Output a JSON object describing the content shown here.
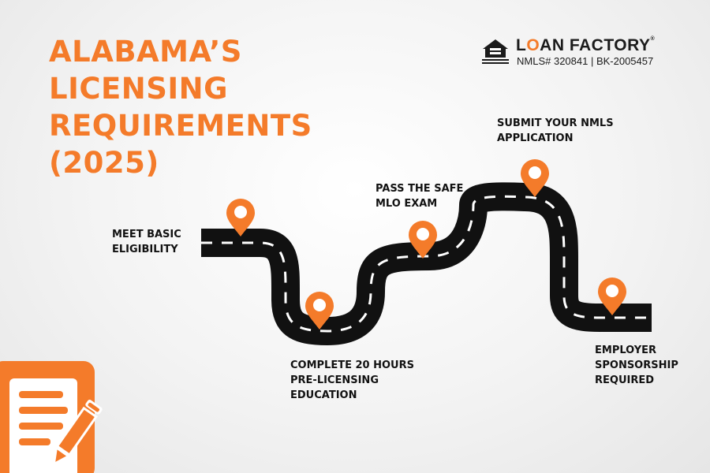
{
  "title_lines": [
    "ALABAMA’S",
    "LICENSING",
    "REQUIREMENTS",
    "(2025)"
  ],
  "brand": {
    "name_pre": "L",
    "name_o": "O",
    "name_post": "AN FACTORY",
    "nmls": "NMLS# 320841 | BK-2005457"
  },
  "steps": [
    {
      "label": "MEET BASIC\nELIGIBILITY"
    },
    {
      "label": "COMPLETE 20 HOURS\nPRE-LICENSING\nEDUCATION"
    },
    {
      "label": "PASS THE SAFE\nMLO EXAM"
    },
    {
      "label": "SUBMIT YOUR NMLS\nAPPLICATION"
    },
    {
      "label": "EMPLOYER\nSPONSORSHIP\nREQUIRED"
    }
  ],
  "colors": {
    "accent": "#f47b2a",
    "road": "#111111",
    "lane": "#ffffff"
  },
  "icons": [
    "equal-housing-lender-icon",
    "map-pin-icon",
    "document-pencil-icon"
  ]
}
